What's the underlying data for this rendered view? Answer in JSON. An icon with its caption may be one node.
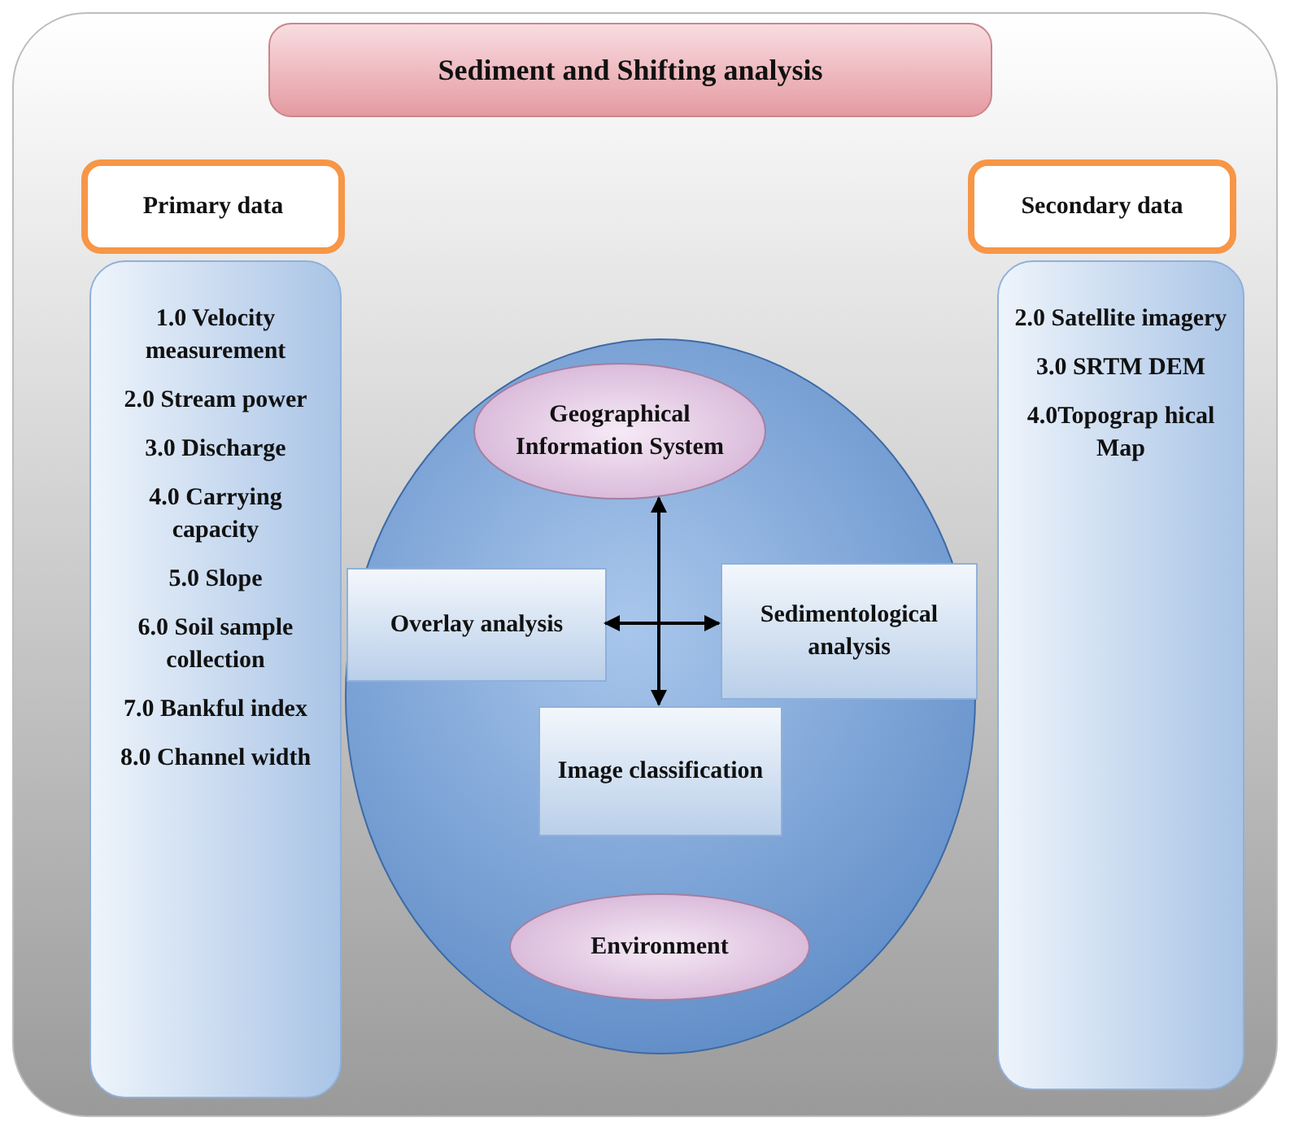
{
  "diagram": {
    "nodes": [
      {
        "text": [
          "Sediment and Shifting analysis"
        ]
      },
      {
        "text": [
          "Primary data"
        ]
      },
      {
        "text": [
          "1.0 Velocity measurement",
          "2.0 Stream power",
          "3.0 Discharge",
          "4.0 Carrying capacity",
          "5.0 Slope",
          "6.0 Soil sample collection",
          "7.0 Bankful index",
          "8.0 Channel width"
        ]
      },
      {
        "text": [
          "Secondary data"
        ]
      },
      {
        "text": [
          "2.0 Satellite imagery",
          "3.0 SRTM DEM",
          "4.0Topograp hical Map"
        ]
      },
      {
        "text": [],
        "shape": "circle"
      },
      {
        "text": [
          "Geographical Information System"
        ],
        "in": 5
      },
      {
        "text": [
          "Overlay analysis"
        ],
        "in": 5
      },
      {
        "text": [
          "Sedimentological analysis"
        ],
        "in": 5
      },
      {
        "text": [
          "Image classification"
        ],
        "in": 5
      },
      {
        "text": [
          "Environment"
        ],
        "in": 5
      }
    ],
    "edges": [
      {
        "from": 6,
        "to": 9,
        "arrow": "both"
      },
      {
        "from": 7,
        "to": 8,
        "arrow": "both"
      }
    ]
  }
}
